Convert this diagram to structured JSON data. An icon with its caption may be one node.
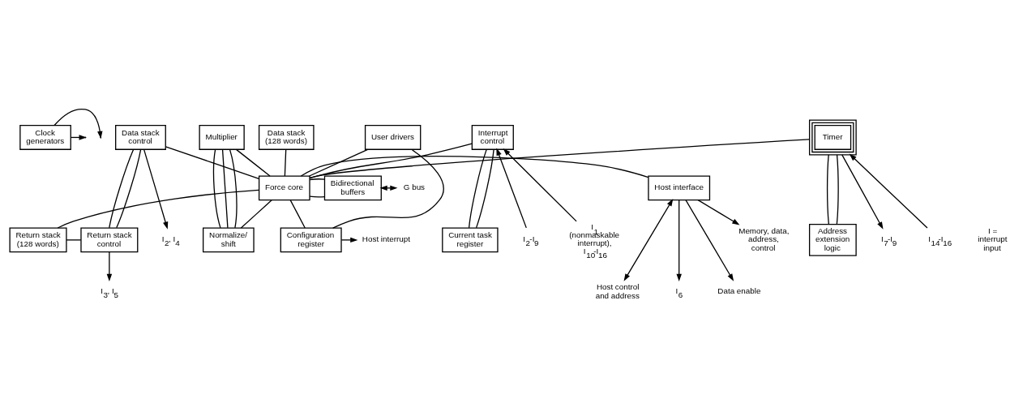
{
  "diagram": {
    "nodes": [
      {
        "text": [
          "Clock generators"
        ]
      },
      {
        "text": [
          "Data stack (128 words)"
        ]
      },
      {
        "text": [
          "Data stack control"
        ]
      },
      {
        "text": [
          "Interrupt control"
        ]
      },
      {
        "text": [
          "Multiplier"
        ]
      },
      {
        "text": [
          "Timer"
        ]
      },
      {
        "text": [
          "User drivers"
        ]
      },
      {
        "text": [
          "Host interface"
        ]
      },
      {
        "text": [
          "Force core"
        ]
      },
      {
        "text": [
          "Bidirectional buffers"
        ]
      },
      {
        "text": [
          "Return stack (128 words)"
        ]
      },
      {
        "text": [
          "Return stack control"
        ]
      },
      {
        "text": [
          "Current task register"
        ]
      },
      {
        "text": [
          "Normalize/ shift"
        ]
      },
      {
        "text": [
          "Address extension logic"
        ]
      },
      {
        "text": [
          "Configuration register"
        ]
      },
      {
        "text": [
          "Memory, data, address, control"
        ]
      },
      {
        "text": [
          "I$_{2}$, I$_{4}$"
        ]
      },
      {
        "text": [
          "I$_{2}$-I$_{9}$"
        ]
      },
      {
        "text": [
          "I$_{1}$ (nonmaskable interrupt), I$_{10}$-I$_{16}$"
        ]
      },
      {
        "text": [
          "I$_{7}$-I$_{9}$"
        ]
      },
      {
        "text": [
          "I$_{14}$-I$_{16}$"
        ]
      },
      {
        "text": [
          "G bus"
        ]
      },
      {
        "text": [
          "Host interrupt"
        ]
      },
      {
        "text": [
          "I$_{3}$, I$_{5}$"
        ]
      },
      {
        "text": [
          "Host control and address"
        ]
      },
      {
        "text": [
          "I$_{6}$"
        ]
      },
      {
        "text": [
          "Data enable"
        ]
      }
    ],
    "edges": [
      {
        "from": 0,
        "to": null,
        "arrow": "to"
      },
      {
        "from": 0,
        "to": null,
        "arrow": "to"
      },
      {
        "from": 7,
        "to": 16,
        "arrow": "to"
      },
      {
        "from": 2,
        "to": 17,
        "arrow": "to"
      },
      {
        "from": 18,
        "to": 3,
        "arrow": "to"
      },
      {
        "from": 19,
        "to": 3,
        "arrow": "to"
      },
      {
        "from": 5,
        "to": 20,
        "arrow": "to"
      },
      {
        "from": 21,
        "to": 5,
        "arrow": "to"
      },
      {
        "from": 1,
        "to": 8,
        "arrow": "none"
      },
      {
        "from": 7,
        "to": 8,
        "arrow": "none"
      },
      {
        "from": 8,
        "to": 10,
        "arrow": "none"
      },
      {
        "from": 10,
        "to": 11,
        "arrow": "none"
      },
      {
        "from": 8,
        "to": 9,
        "arrow": "none"
      },
      {
        "from": 8,
        "to": 9,
        "arrow": "none"
      },
      {
        "from": 8,
        "to": 13,
        "arrow": "none"
      },
      {
        "from": 8,
        "to": 2,
        "arrow": "none"
      },
      {
        "from": 8,
        "to": 3,
        "arrow": "none"
      },
      {
        "from": 8,
        "to": 4,
        "arrow": "none"
      },
      {
        "from": 8,
        "to": 5,
        "arrow": "none"
      },
      {
        "from": 8,
        "to": 15,
        "arrow": "none"
      },
      {
        "from": 8,
        "to": 6,
        "arrow": "none"
      },
      {
        "from": 2,
        "to": 11,
        "arrow": "none"
      },
      {
        "from": 2,
        "to": 11,
        "arrow": "none"
      },
      {
        "from": 3,
        "to": 12,
        "arrow": "none"
      },
      {
        "from": 3,
        "to": 12,
        "arrow": "none"
      },
      {
        "from": 4,
        "to": 13,
        "arrow": "none"
      },
      {
        "from": 4,
        "to": 13,
        "arrow": "none"
      },
      {
        "from": 4,
        "to": 13,
        "arrow": "none"
      },
      {
        "from": 5,
        "to": 14,
        "arrow": "none"
      },
      {
        "from": 5,
        "to": 14,
        "arrow": "none"
      },
      {
        "from": 6,
        "to": 15,
        "arrow": "none"
      },
      {
        "from": 9,
        "to": 22,
        "arrow": "both"
      },
      {
        "from": 15,
        "to": 23,
        "arrow": "to"
      },
      {
        "from": 11,
        "to": 24,
        "arrow": "to"
      },
      {
        "from": 7,
        "to": 25,
        "arrow": "both"
      },
      {
        "from": 7,
        "to": 26,
        "arrow": "to"
      },
      {
        "from": 7,
        "to": 27,
        "arrow": "to"
      }
    ],
    "labels": [
      "I = interrupt input"
    ]
  }
}
